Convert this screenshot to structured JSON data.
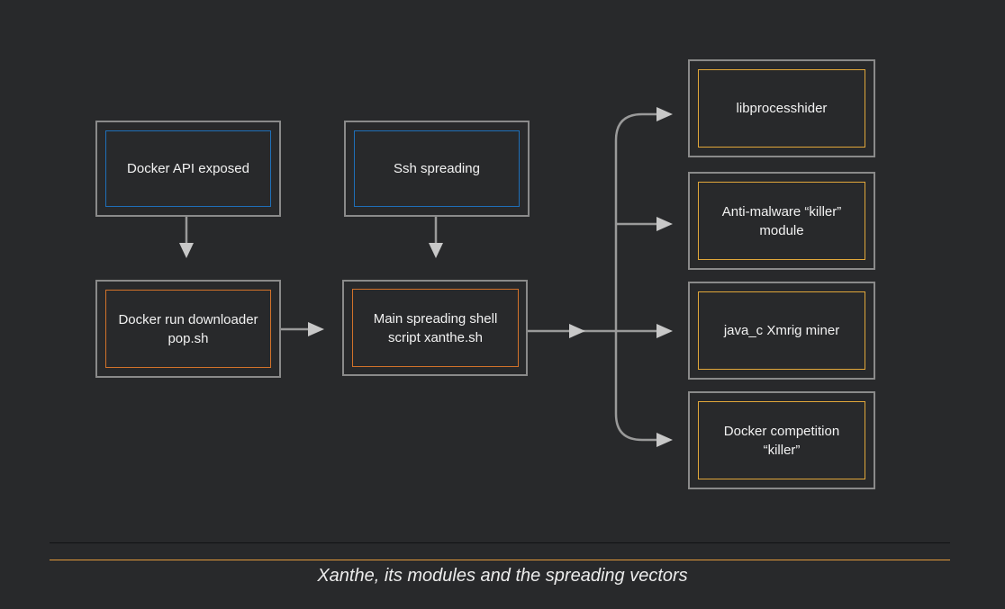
{
  "nodes": {
    "docker_api": "Docker API exposed",
    "ssh_spreading": "Ssh spreading",
    "docker_run_downloader": "Docker run downloader\npop.sh",
    "main_script": "Main spreading shell\nscript xanthe.sh",
    "libprocesshider": "libprocesshider",
    "anti_malware": "Anti-malware “killer”\nmodule",
    "xmrig_miner": "java_c Xmrig miner",
    "docker_competition": "Docker competition\n“killer”"
  },
  "caption": "Xanthe, its modules and the spreading vectors",
  "colors": {
    "background": "#28292b",
    "outer_border": "#8a8a8a",
    "arrow": "#9a9a9a",
    "blue_accent": "#1f6fb8",
    "orange_accent": "#d2722a",
    "gold_accent": "#e1a73a",
    "caption_rule": "#e39a3b"
  }
}
